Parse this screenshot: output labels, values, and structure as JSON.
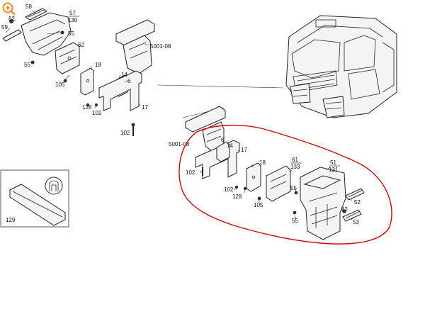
{
  "zoom_icon": "magnify-plus-icon",
  "colors": {
    "highlight": "#d80000",
    "zoom": "#f08a24",
    "ink": "#222222"
  },
  "left_assembly": {
    "callouts": [
      "58",
      "82",
      "59",
      "55",
      "55",
      "62",
      "105",
      "18",
      "14",
      "6",
      "128",
      "102",
      "17",
      "102"
    ],
    "fraction": {
      "num": "57",
      "den": "130"
    },
    "ref_code": "5001-08"
  },
  "right_assembly": {
    "ref_code": "5001-08",
    "callouts": [
      "6",
      "14",
      "17",
      "102",
      "18",
      "102",
      "128",
      "55",
      "105",
      "55",
      "82",
      "52",
      "53"
    ],
    "fraction_a": {
      "num": "61",
      "den": "133"
    },
    "fraction_b": {
      "num": "51",
      "den": "131"
    }
  },
  "inset": {
    "callout": "129"
  }
}
